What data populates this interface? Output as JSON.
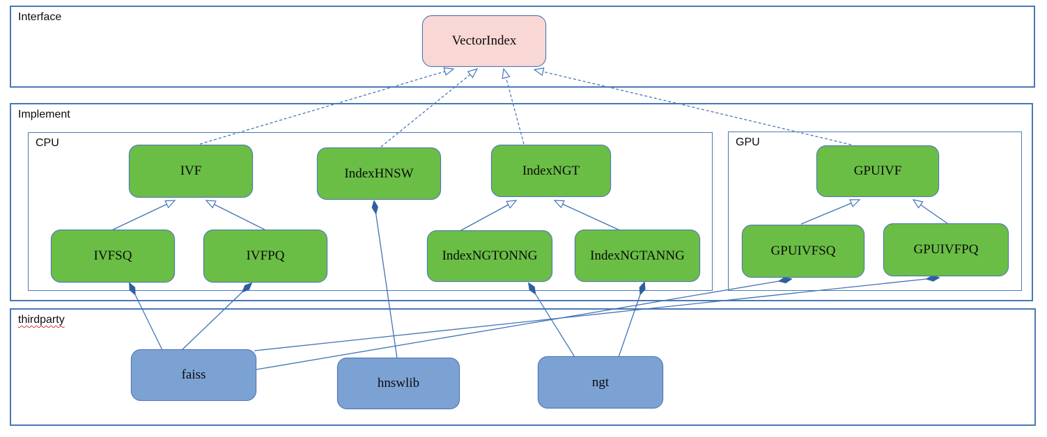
{
  "diagram": {
    "containers": {
      "interface": {
        "label": "Interface"
      },
      "implement": {
        "label": "Implement"
      },
      "cpu": {
        "label": "CPU"
      },
      "gpu": {
        "label": "GPU"
      },
      "thirdparty": {
        "label": "thirdparty"
      }
    },
    "nodes": {
      "vectorindex": {
        "label": "VectorIndex",
        "group": "interface"
      },
      "ivf": {
        "label": "IVF",
        "group": "cpu"
      },
      "indexhnsw": {
        "label": "IndexHNSW",
        "group": "cpu"
      },
      "indexngt": {
        "label": "IndexNGT",
        "group": "cpu"
      },
      "ivfsq": {
        "label": "IVFSQ",
        "group": "cpu"
      },
      "ivfpq": {
        "label": "IVFPQ",
        "group": "cpu"
      },
      "indexngtonng": {
        "label": "IndexNGTONNG",
        "group": "cpu"
      },
      "indexngtanng": {
        "label": "IndexNGTANNG",
        "group": "cpu"
      },
      "gpuivf": {
        "label": "GPUIVF",
        "group": "gpu"
      },
      "gpuivfsq": {
        "label": "GPUIVFSQ",
        "group": "gpu"
      },
      "gpuivfpq": {
        "label": "GPUIVFPQ",
        "group": "gpu"
      },
      "faiss": {
        "label": "faiss",
        "group": "thirdparty"
      },
      "hnswlib": {
        "label": "hnswlib",
        "group": "thirdparty"
      },
      "ngt": {
        "label": "ngt",
        "group": "thirdparty"
      }
    },
    "relations": [
      {
        "from": "IVF",
        "to": "VectorIndex",
        "type": "realization"
      },
      {
        "from": "IndexHNSW",
        "to": "VectorIndex",
        "type": "realization"
      },
      {
        "from": "IndexNGT",
        "to": "VectorIndex",
        "type": "realization"
      },
      {
        "from": "GPUIVF",
        "to": "VectorIndex",
        "type": "realization"
      },
      {
        "from": "IVFSQ",
        "to": "IVF",
        "type": "inheritance"
      },
      {
        "from": "IVFPQ",
        "to": "IVF",
        "type": "inheritance"
      },
      {
        "from": "IndexNGTONNG",
        "to": "IndexNGT",
        "type": "inheritance"
      },
      {
        "from": "IndexNGTANNG",
        "to": "IndexNGT",
        "type": "inheritance"
      },
      {
        "from": "GPUIVFSQ",
        "to": "GPUIVF",
        "type": "inheritance"
      },
      {
        "from": "GPUIVFPQ",
        "to": "GPUIVF",
        "type": "inheritance"
      },
      {
        "from": "faiss",
        "to": "IVFSQ",
        "type": "composition"
      },
      {
        "from": "faiss",
        "to": "IVFPQ",
        "type": "composition"
      },
      {
        "from": "faiss",
        "to": "GPUIVFSQ",
        "type": "composition"
      },
      {
        "from": "faiss",
        "to": "GPUIVFPQ",
        "type": "composition"
      },
      {
        "from": "hnswlib",
        "to": "IndexHNSW",
        "type": "composition"
      },
      {
        "from": "ngt",
        "to": "IndexNGTONNG",
        "type": "composition"
      },
      {
        "from": "ngt",
        "to": "IndexNGTANNG",
        "type": "composition"
      }
    ],
    "colors": {
      "interface_node_fill": "#f9d7d5",
      "implement_node_fill": "#6abe45",
      "thirdparty_node_fill": "#7ca2d4",
      "node_border": "#4d74b2",
      "container_border": "#4978b3",
      "edge": "#4173b4",
      "spellcheck_underline": "#d0342c",
      "text": "#0a0a0a"
    }
  }
}
